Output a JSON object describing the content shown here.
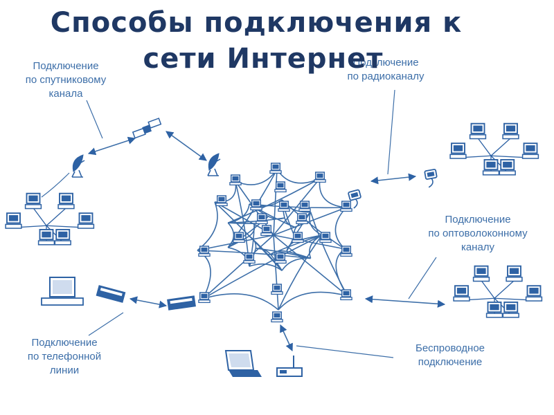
{
  "title": {
    "line1": "Способы подключения к",
    "line2": "сети Интернет"
  },
  "labels": {
    "satellite": [
      "Подключение",
      "по спутниковому",
      "канала"
    ],
    "radio": [
      "Подключение",
      "по радиоканалу"
    ],
    "fiber": [
      "Подключение",
      "по оптоволоконному",
      "каналу"
    ],
    "phone": [
      "Подключение",
      "по телефонной",
      "линии"
    ],
    "wireless": [
      "Беспроводное",
      "подключение"
    ]
  },
  "colors": {
    "title": "#1f3864",
    "lines": "#3c6ea8",
    "devices": "#2e62a4"
  }
}
